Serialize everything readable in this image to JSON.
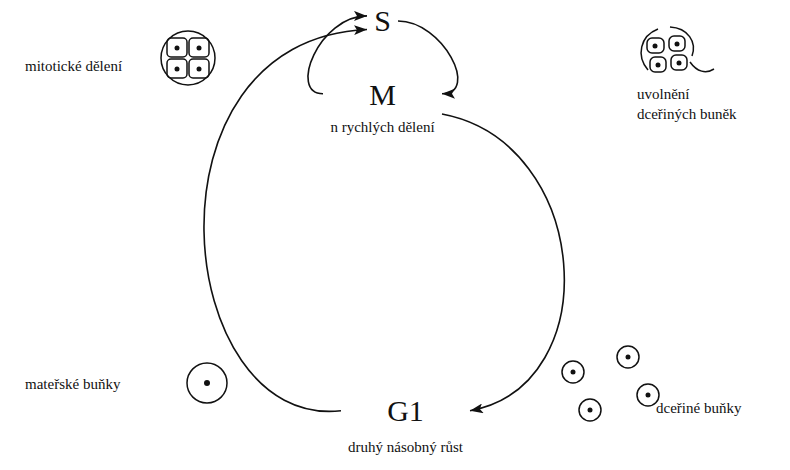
{
  "diagram": {
    "nodes": [
      {
        "text": [
          "S"
        ]
      },
      {
        "text": [
          "M",
          "n rychlých dělení"
        ]
      },
      {
        "text": [
          "G1",
          "druhý násobný růst"
        ]
      }
    ],
    "edges": [
      {
        "from": 0,
        "to": 1,
        "arrow": "to"
      },
      {
        "from": 1,
        "to": 0,
        "arrow": "to"
      },
      {
        "from": 1,
        "to": 2,
        "arrow": "to"
      },
      {
        "from": 2,
        "to": 0,
        "arrow": "to"
      }
    ],
    "labels": [
      "mitotické dělení",
      "uvolnění dceřiných buněk",
      "mateřské buňky",
      "dceřiné buňky"
    ]
  }
}
